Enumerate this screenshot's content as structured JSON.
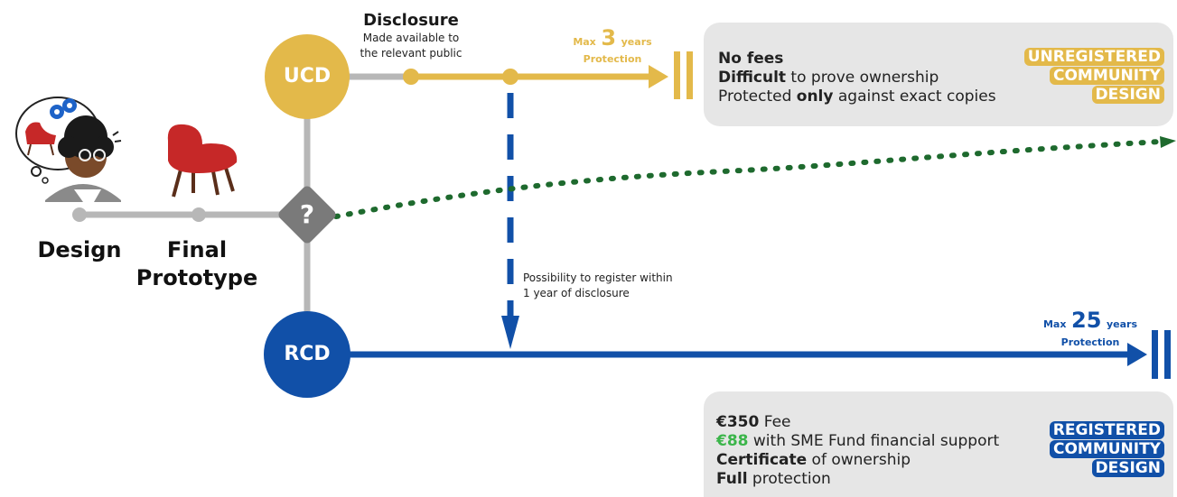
{
  "stages": {
    "design_label": "Design",
    "prototype_label_line1": "Final",
    "prototype_label_line2": "Prototype",
    "decision_symbol": "?"
  },
  "ucd": {
    "node_label": "UCD",
    "disclosure_title": "Disclosure",
    "disclosure_note_line1": "Made available to",
    "disclosure_note_line2": "the relevant public",
    "max_prefix": "Max",
    "max_years": "3",
    "max_suffix": "years",
    "protection_label": "Protection",
    "box_lines": [
      {
        "bold": "No fees",
        "rest": ""
      },
      {
        "bold": "Difficult",
        "rest": " to prove ownership"
      },
      {
        "pre": "Protected ",
        "bold": "only",
        "rest": " against exact copies"
      }
    ],
    "tag_lines": [
      "UNREGISTERED",
      "COMMUNITY",
      "DESIGN"
    ]
  },
  "rcd": {
    "node_label": "RCD",
    "register_note_line1": "Possibility to register within",
    "register_note_line2": "1 year of disclosure",
    "max_prefix": "Max",
    "max_years": "25",
    "max_suffix": "years",
    "protection_label": "Protection",
    "box_lines": [
      {
        "bold": "€350",
        "rest": " Fee"
      },
      {
        "green": "€88",
        "rest": " with SME Fund financial support"
      },
      {
        "bold": "Certificate",
        "rest": " of ownership"
      },
      {
        "bold": "Full",
        "rest": " protection"
      }
    ],
    "tag_lines": [
      "REGISTERED",
      "COMMUNITY",
      "DESIGN"
    ]
  },
  "colors": {
    "gold": "#e3b94a",
    "blue": "#1150a8",
    "grey_line": "#b7b7b7",
    "decision_grey": "#7a7a7a",
    "green_dotted": "#1e6a2e",
    "green_text": "#3bb54a",
    "chair_red": "#c62828",
    "box_bg": "#e6e6e6"
  },
  "icons": [
    "person-thinking-icon",
    "gears-icon",
    "chair-icon"
  ]
}
